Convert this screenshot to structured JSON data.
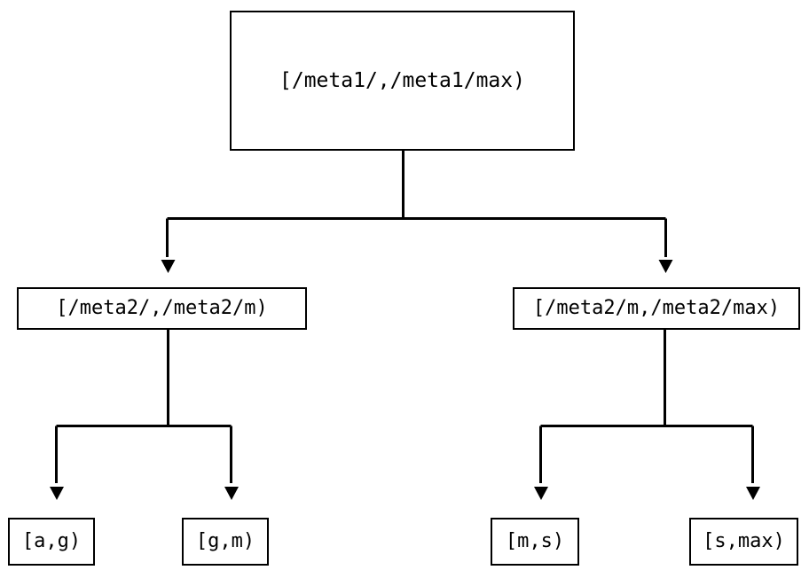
{
  "diagram": {
    "type": "tree",
    "title": "",
    "background_color": "#ffffff",
    "line_color": "#000000",
    "text_color": "#000000",
    "nodes": {
      "root": {
        "label": "[/meta1/,/meta1/max)",
        "level": 0
      },
      "meta2_low": {
        "label": "[/meta2/,/meta2/m)",
        "level": 1
      },
      "meta2_high": {
        "label": "[/meta2/m,/meta2/max)",
        "level": 1
      },
      "leaf_ag": {
        "label": "[a,g)",
        "level": 2
      },
      "leaf_gm": {
        "label": "[g,m)",
        "level": 2
      },
      "leaf_ms": {
        "label": "[m,s)",
        "level": 2
      },
      "leaf_smax": {
        "label": "[s,max)",
        "level": 2
      }
    },
    "edges": [
      {
        "from": "root",
        "to": "meta2_low",
        "arrow": "down"
      },
      {
        "from": "root",
        "to": "meta2_high",
        "arrow": "down"
      },
      {
        "from": "meta2_low",
        "to": "leaf_ag",
        "arrow": "down"
      },
      {
        "from": "meta2_low",
        "to": "leaf_gm",
        "arrow": "down"
      },
      {
        "from": "meta2_high",
        "to": "leaf_ms",
        "arrow": "down"
      },
      {
        "from": "meta2_high",
        "to": "leaf_smax",
        "arrow": "down"
      }
    ]
  }
}
